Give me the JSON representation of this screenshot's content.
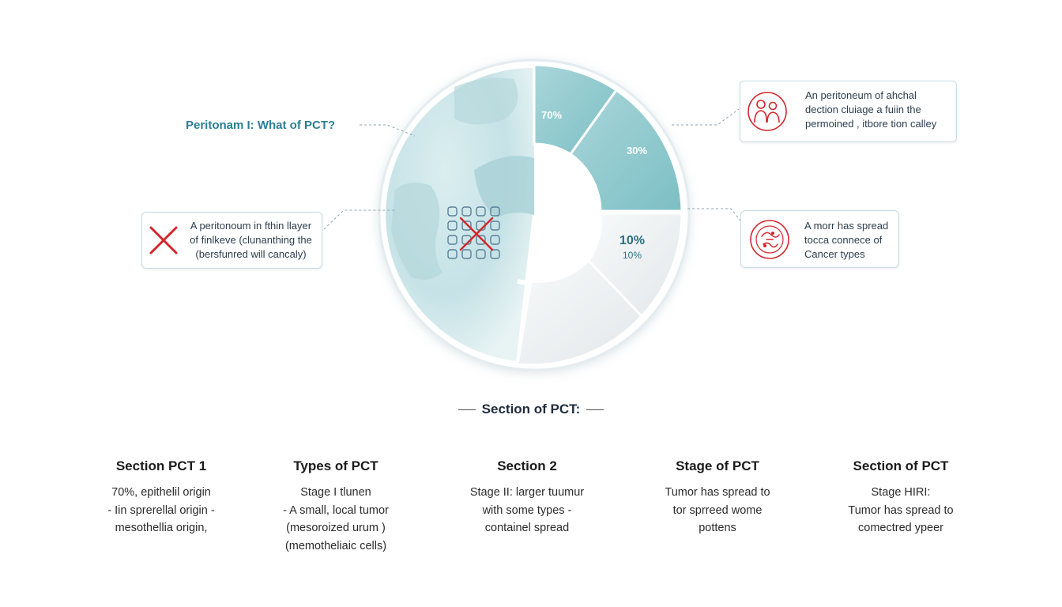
{
  "diagram": {
    "title": "Peritonam I: What of PCT?",
    "pie_labels": {
      "a": "70%",
      "b": "30%",
      "c_big": "10%",
      "c_small": "10%"
    },
    "callouts": {
      "left": [
        "A peritonoum in fthin llayer",
        "of finlkeve (clunanthing the",
        "(bersfunred will cancaly)"
      ],
      "top_right": [
        "An peritoneum of ahchal",
        "dection cluiage a fuiin the",
        "permoined , itbore tion calley"
      ],
      "mid_right": [
        "A morr has spread",
        "tocca connece of",
        "Cancer types"
      ]
    },
    "icons": {
      "left_callout": "red-x-icon",
      "top_right_callout": "people-icon",
      "mid_right_callout": "cell-icon",
      "pie_grid": "cell-grid-icon"
    },
    "colors": {
      "accent": "#2a7f96",
      "red": "#d3262b",
      "teal_light": "#cfe6ea",
      "teal_mid": "#8cc6cc"
    }
  },
  "section_heading": "Section of PCT:",
  "columns": [
    {
      "heading": "Section PCT 1",
      "lines": [
        "70%, epithelil origin",
        "- Iin sprerellal origin -",
        "mesothellia origin,"
      ]
    },
    {
      "heading": "Types of PCT",
      "lines": [
        "Stage I tlunen",
        "- A small, local tumor",
        "(mesoroized urum )",
        "(memotheliaic cells)"
      ]
    },
    {
      "heading": "Section 2",
      "lines": [
        "Stage II: larger tuumur",
        "with some types -",
        "containel spread"
      ]
    },
    {
      "heading": "Stage of PCT",
      "lines": [
        "Tumor has spread to",
        "tor sprreed wome",
        "pottens"
      ]
    },
    {
      "heading": "Section of PCT",
      "lines": [
        "Stage HIRI:",
        "Tumor has spread to",
        "comectred ypeer"
      ]
    }
  ]
}
